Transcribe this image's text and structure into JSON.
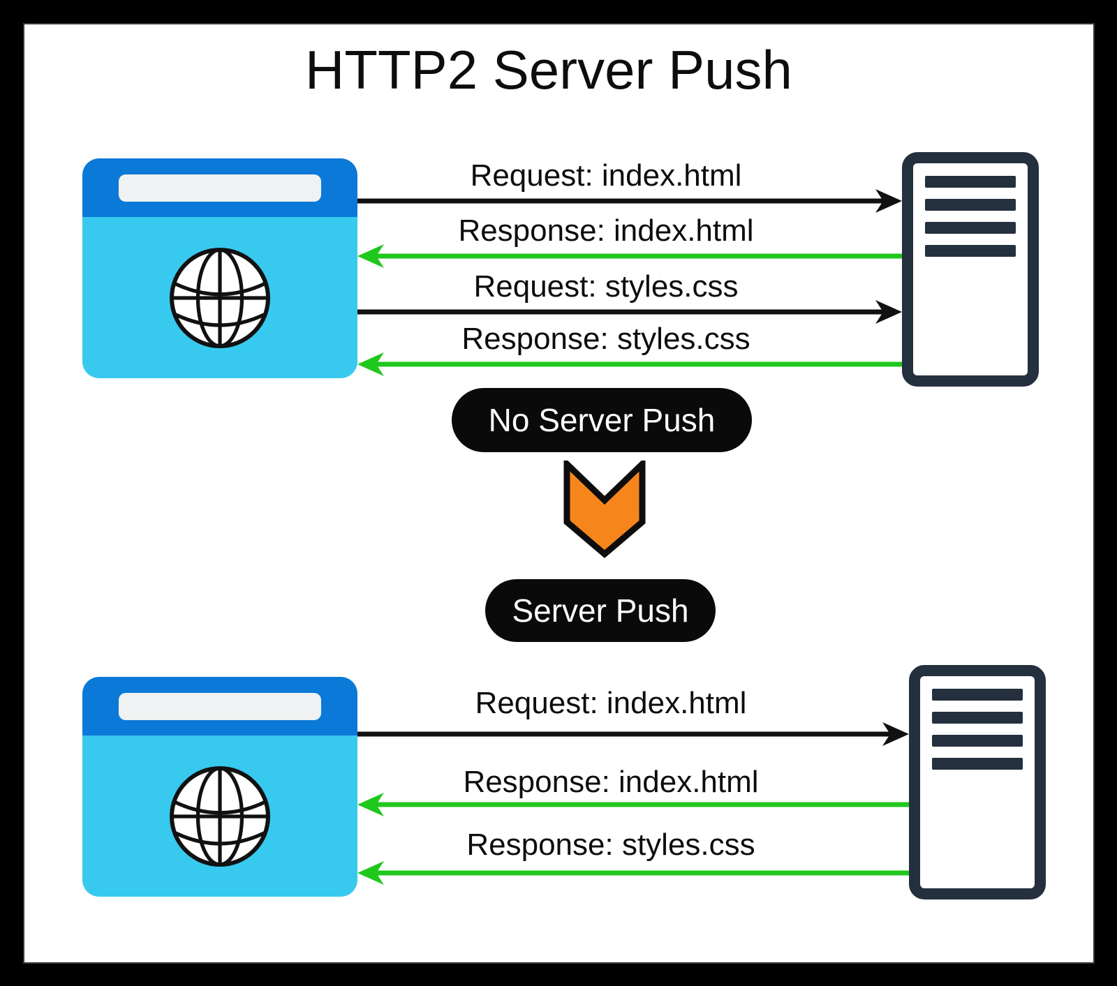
{
  "diagram": {
    "title": "HTTP2 Server Push",
    "scenario_1": {
      "badge": "No Server Push",
      "client_icon": "browser-globe-icon",
      "server_icon": "server-rack-icon",
      "messages": [
        {
          "label": "Request: index.html",
          "type": "request",
          "from": "browser",
          "to": "server"
        },
        {
          "label": "Response: index.html",
          "type": "response",
          "from": "server",
          "to": "browser"
        },
        {
          "label": "Request: styles.css",
          "type": "request",
          "from": "browser",
          "to": "server"
        },
        {
          "label": "Response: styles.css",
          "type": "response",
          "from": "server",
          "to": "browser"
        }
      ]
    },
    "transition": {
      "icon": "down-arrow-icon"
    },
    "scenario_2": {
      "badge": "Server Push",
      "client_icon": "browser-globe-icon",
      "server_icon": "server-rack-icon",
      "messages": [
        {
          "label": "Request: index.html",
          "type": "request",
          "from": "browser",
          "to": "server"
        },
        {
          "label": "Response: index.html",
          "type": "response",
          "from": "server",
          "to": "browser"
        },
        {
          "label": "Response: styles.css",
          "type": "response",
          "from": "server",
          "to": "browser"
        }
      ]
    },
    "colors": {
      "request_arrow": "#111111",
      "response_arrow": "#20c71d",
      "browser_header": "#0b79d8",
      "browser_body": "#38c9ef",
      "address_bar": "#eff1f2",
      "server_frame": "#25303e",
      "badge_bg": "#0a0a0a",
      "badge_text": "#ffffff",
      "transition_arrow": "#f6861b"
    }
  }
}
